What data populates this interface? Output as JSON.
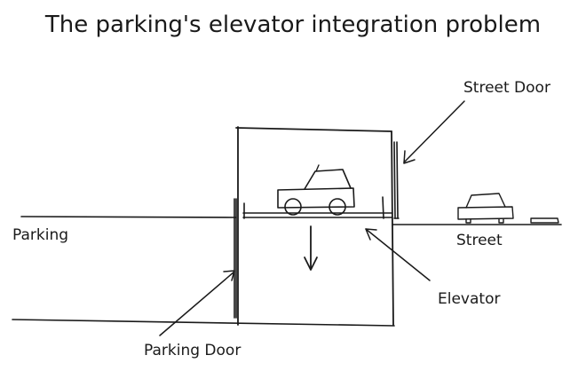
{
  "title": "The parking's elevator integration problem",
  "labels": {
    "street_door": "Street Door",
    "parking": "Parking",
    "street": "Street",
    "elevator": "Elevator",
    "parking_door": "Parking Door"
  }
}
